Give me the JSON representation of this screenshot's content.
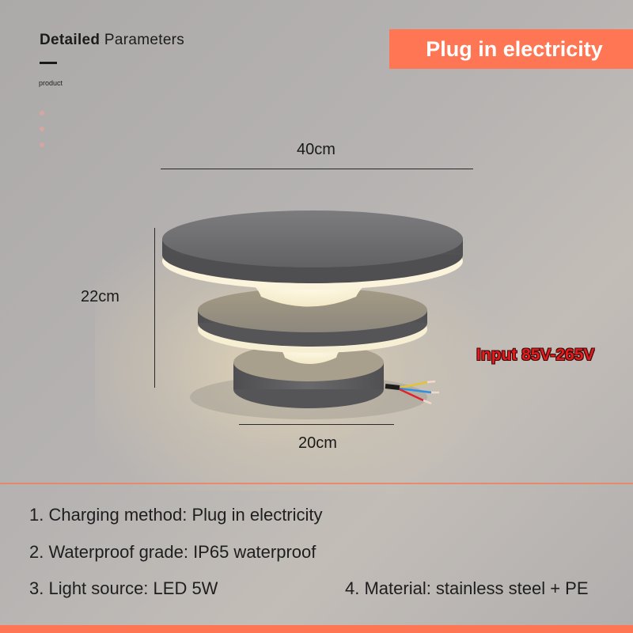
{
  "header": {
    "title_bold": "Detailed",
    "title_light": "Parameters",
    "subtitle": "product"
  },
  "badge": {
    "label": "Plug in electricity",
    "color": "#fe7654"
  },
  "dimensions": {
    "width_top": "40cm",
    "height": "22cm",
    "width_base": "20cm"
  },
  "input_label": {
    "text": "Input 85V-265V",
    "color": "#e31b1b"
  },
  "specs": [
    {
      "label": "1. Charging method: Plug in electricity"
    },
    {
      "label": "2. Waterproof grade: IP65 waterproof"
    },
    {
      "label": "3. Light source: LED 5W"
    },
    {
      "label": "4. Material: stainless steel + PE"
    }
  ],
  "colors": {
    "accent": "#fe7654",
    "lamp_body": "#6e6e70",
    "lamp_glow": "#fff6dc"
  }
}
